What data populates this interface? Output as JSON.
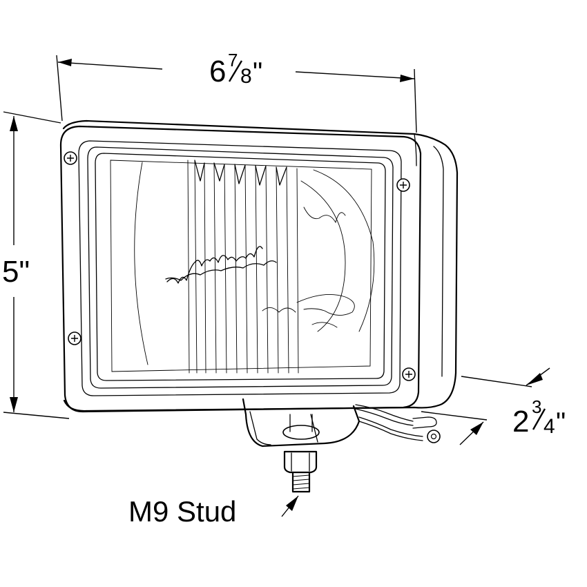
{
  "dimensions": {
    "width": {
      "whole": "6",
      "numerator": "7",
      "denominator": "8",
      "unit": "\""
    },
    "height": {
      "text": "5\""
    },
    "depth": {
      "whole": "2",
      "numerator": "3",
      "denominator": "4",
      "unit": "\""
    }
  },
  "callout": {
    "stud_label": "M9 Stud"
  }
}
